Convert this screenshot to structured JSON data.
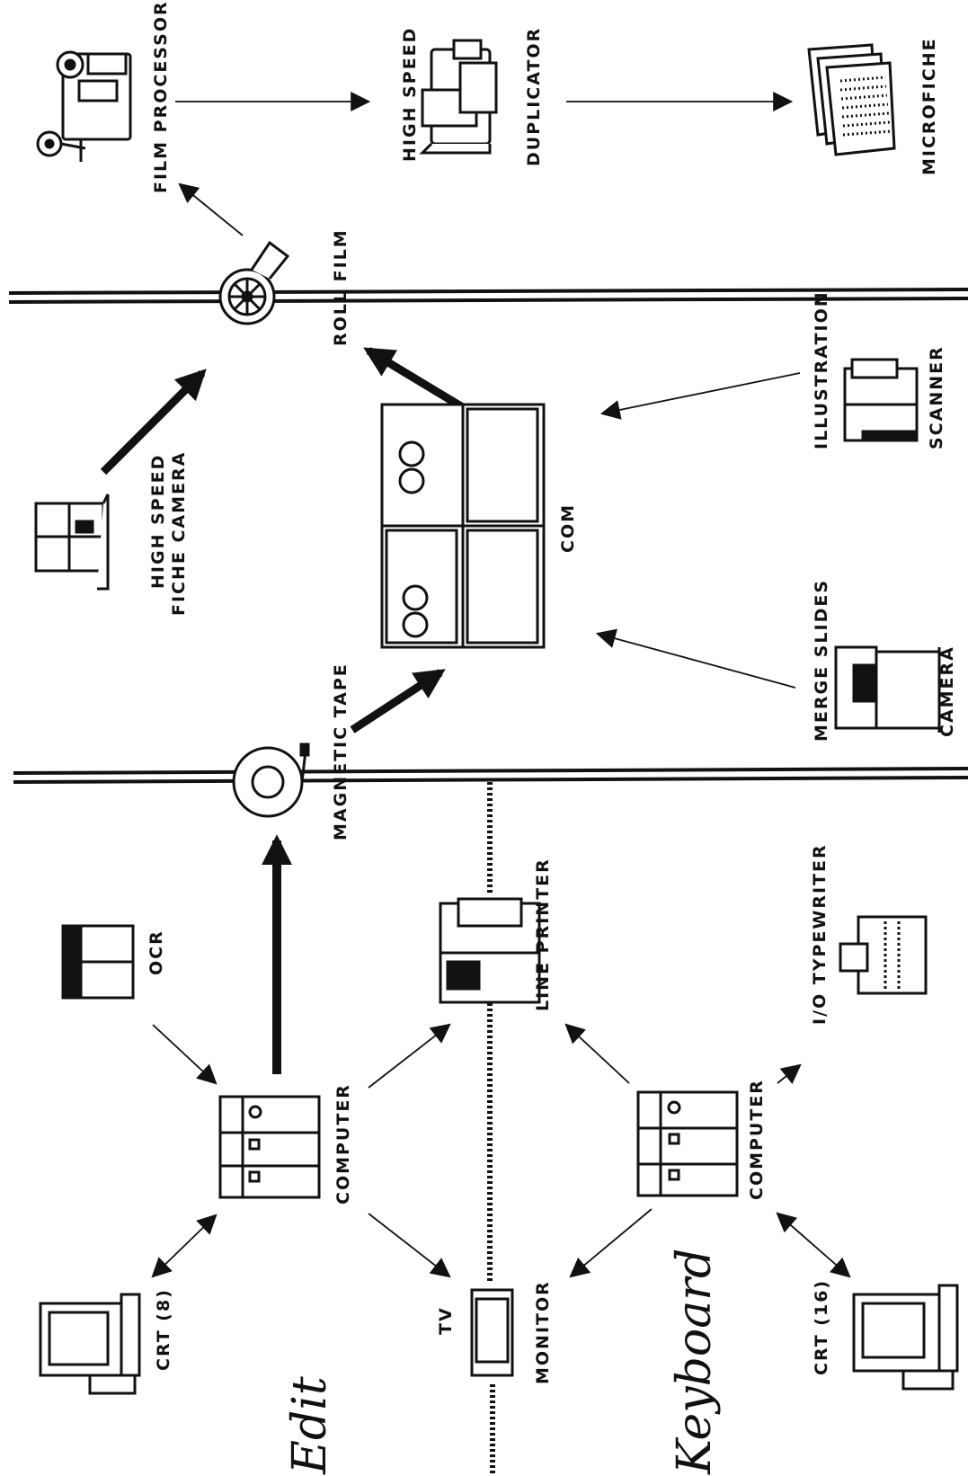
{
  "labels": {
    "film_processor": "FILM PROCESSOR",
    "duplicator_line1": "HIGH SPEED",
    "duplicator_line2": "DUPLICATOR",
    "microfiche": "MICROFICHE",
    "roll_film": "ROLL FILM",
    "fiche_camera_line1": "HIGH SPEED",
    "fiche_camera_line2": "FICHE CAMERA",
    "com": "COM",
    "illustration_scanner_line1": "ILLUSTRATION",
    "illustration_scanner_line2": "SCANNER",
    "merge_camera_line1": "MERGE SLIDES",
    "merge_camera_line2": "CAMERA",
    "magnetic_tape": "MAGNETIC TAPE",
    "ocr": "OCR",
    "computer_edit": "COMPUTER",
    "line_printer": "LINE PRINTER",
    "crt_8": "CRT (8)",
    "tv_line1": "TV",
    "tv_line2": "MONITOR",
    "io_typewriter": "I/O TYPEWRITER",
    "computer_keyboard": "COMPUTER",
    "crt_16": "CRT (16)",
    "edit": "Edit",
    "keyboard": "Keyboard"
  }
}
